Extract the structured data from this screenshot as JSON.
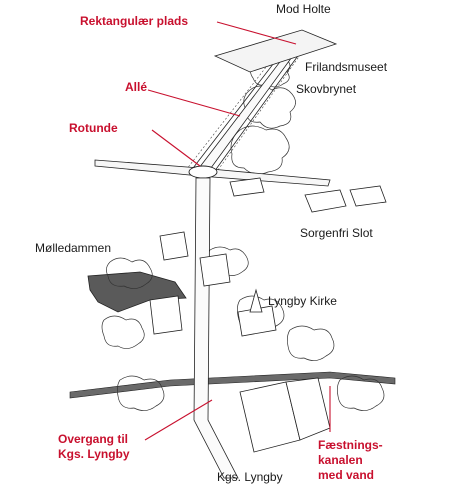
{
  "labels": {
    "mod_holte": "Mod Holte",
    "rektangulaer_plads": "Rektangulær plads",
    "frilandsmuseet": "Frilandsmuseet",
    "skovbrynet": "Skovbrynet",
    "alle": "Allé",
    "rotunde": "Rotunde",
    "sorgenfri_slot": "Sorgenfri Slot",
    "molledammen": "Mølledammen",
    "lyngby_kirke": "Lyngby Kirke",
    "overgang_line1": "Overgang til",
    "overgang_line2": "Kgs. Lyngby",
    "kgs_lyngby": "Kgs. Lyngby",
    "faestning_line1": "Fæstnings-",
    "faestning_line2": "kanalen",
    "faestning_line3": "med vand"
  },
  "colors": {
    "accent_red": "#c8102e",
    "ink": "#1a1a1a",
    "water": "#5a5a5a"
  }
}
